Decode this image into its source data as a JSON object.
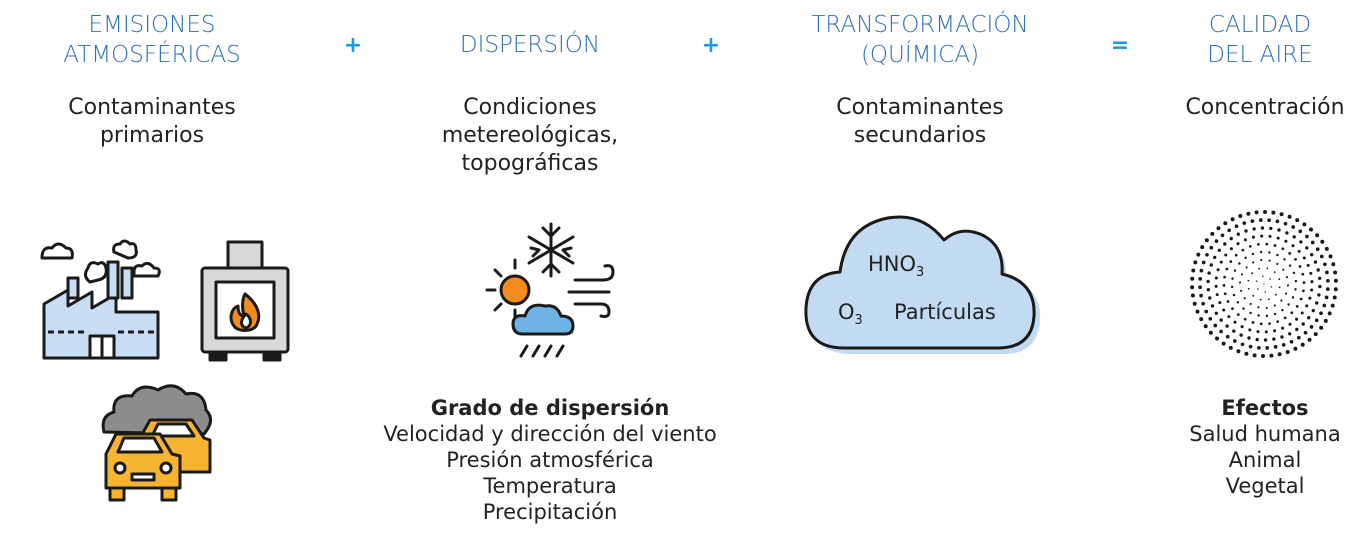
{
  "columns": [
    {
      "heading": [
        "EMISIONES",
        "ATMOSFÉRICAS"
      ],
      "subtitle": [
        "Contaminantes",
        "primarios"
      ],
      "icons": [
        "factory-icon",
        "stove-fire-icon",
        "car-smoke-icon"
      ]
    },
    {
      "heading": [
        "DISPERSIÓN"
      ],
      "subtitle": [
        "Condiciones",
        "metereológicas,",
        "topográficas"
      ],
      "icons": [
        "weather-icon"
      ],
      "details": {
        "title": "Grado de dispersión",
        "items": [
          "Velocidad y dirección del viento",
          "Presión atmosférica",
          "Temperatura",
          "Precipitación"
        ]
      }
    },
    {
      "heading": [
        "TRANSFORMACIÓN",
        "(QUÍMICA)"
      ],
      "subtitle": [
        "Contaminantes",
        "secundarios"
      ],
      "icons": [
        "cloud-icon"
      ],
      "cloud": {
        "hno": "HNO",
        "hno_sub": "3",
        "o": "O",
        "o_sub": "3",
        "particles": "Partículas"
      }
    },
    {
      "heading": [
        "CALIDAD",
        "DEL AIRE"
      ],
      "subtitle": [
        "Concentración"
      ],
      "icons": [
        "particle-sphere-icon"
      ],
      "details": {
        "title": "Efectos",
        "items": [
          "Salud humana",
          "Animal",
          "Vegetal"
        ]
      }
    }
  ],
  "operators": [
    "+",
    "+",
    "="
  ],
  "colors": {
    "heading": "#2f6fb6",
    "operator": "#1e9be0",
    "icon_outline": "#1a1a1a",
    "factory_fill": "#c9def5",
    "fire": "#f28c1e",
    "car": "#f5b531",
    "smoke": "#8c8c8c",
    "cloud_fill": "#c2dbf3",
    "sun": "#f28c1e"
  }
}
